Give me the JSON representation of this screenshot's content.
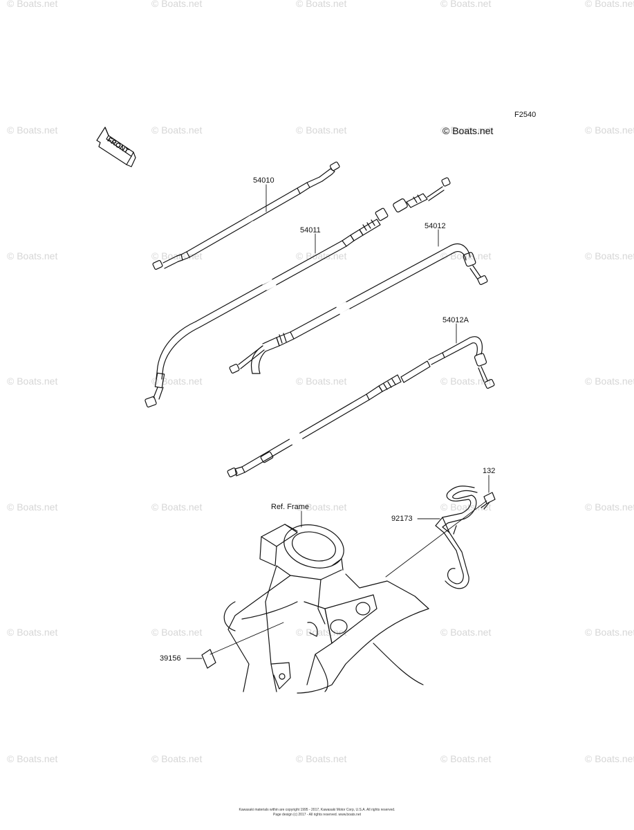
{
  "watermark": "© Boats.net",
  "diagram_code": "F2540",
  "copyright_badge": "© Boats.net",
  "front_label": "FRONT",
  "ref_label": "Ref. Frame",
  "parts": [
    {
      "id": "54010"
    },
    {
      "id": "54011"
    },
    {
      "id": "54012"
    },
    {
      "id": "54012A"
    },
    {
      "id": "132"
    },
    {
      "id": "92173"
    },
    {
      "id": "39156"
    }
  ],
  "footer": {
    "line1": "Kawasaki materials within are copyright 1995 - 2017, Kawasaki Motor Corp, U.S.A. All rights reserved.",
    "line2": "Page design (c) 2017 - All rights reserved. www.boats.net"
  }
}
